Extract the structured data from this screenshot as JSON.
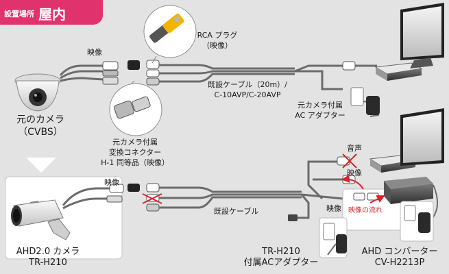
{
  "header": {
    "badge_small": "設置場所",
    "badge_large": "屋内"
  },
  "top": {
    "video_label": "映像",
    "rca_line1": "RCA プラグ",
    "rca_line2": "（映像）",
    "cable_line1": "既設ケーブル（20m）/",
    "cable_line2": "C-10AVP/C-20AVP",
    "adapter_line1": "元カメラ付属",
    "adapter_line2": "AC アダプター",
    "camera_line1": "元のカメラ",
    "camera_line2": "（CVBS）",
    "connector_line1": "元カメラ付属",
    "connector_line2": "変換コネクター",
    "connector_line3": "H-1 同等品（映像）"
  },
  "bottom": {
    "video_label": "映像",
    "audio_label": "音声",
    "video_label_right": "映像",
    "video_label_lower": "映像",
    "cable_label": "既設ケーブル",
    "flow_label": "映像の流れ",
    "camera_line1": "AHD2.0 カメラ",
    "camera_line2": "TR-H210",
    "adapter_line1": "TR-H210",
    "adapter_line2": "付属ACアダプター",
    "converter_line1": "AHD コンバーター",
    "converter_line2": "CV-H2213P"
  },
  "colors": {
    "badge": "#e0326d",
    "background": "#e3e3e3",
    "flow_arrow": "#d8232a",
    "cable": "#6b6b6b",
    "rca_tip": "#f2b400"
  }
}
